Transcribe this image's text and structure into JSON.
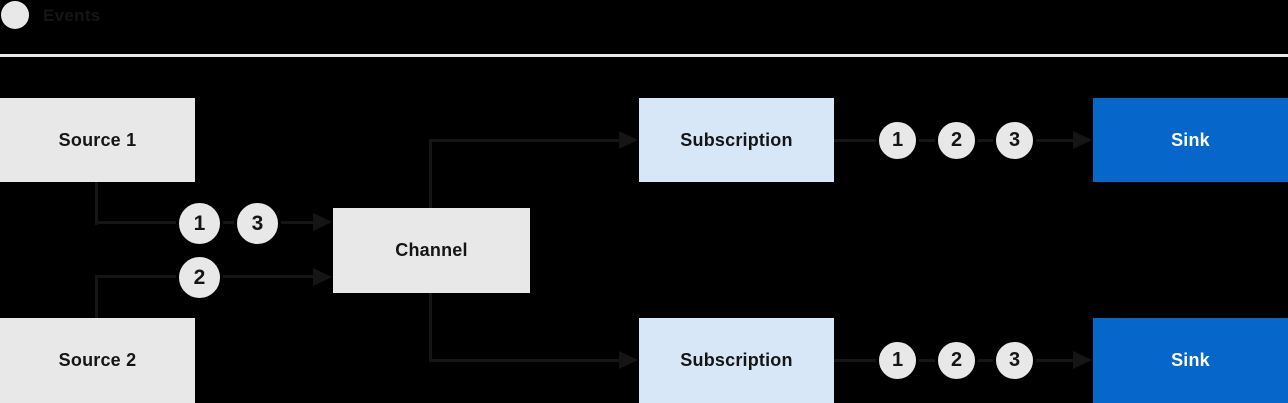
{
  "legend": {
    "label": "Events"
  },
  "colors": {
    "background": "#000000",
    "node_fill": "#e8e8e8",
    "subscription_fill": "#d7e7f8",
    "sink_fill": "#0666c9",
    "edge": "#151515",
    "text_dark": "#151515",
    "text_light": "#ffffff",
    "divider": "#e9e9e9"
  },
  "nodes": {
    "source1": {
      "label": "Source 1"
    },
    "source2": {
      "label": "Source 2"
    },
    "channel": {
      "label": "Channel"
    },
    "subscription_top": {
      "label": "Subscription"
    },
    "subscription_bottom": {
      "label": "Subscription"
    },
    "sink_top": {
      "label": "Sink"
    },
    "sink_bottom": {
      "label": "Sink"
    }
  },
  "events": {
    "source1_to_channel": [
      "1",
      "3"
    ],
    "source2_to_channel": [
      "2"
    ],
    "subscription_top_to_sink": [
      "1",
      "2",
      "3"
    ],
    "subscription_bottom_to_sink": [
      "1",
      "2",
      "3"
    ]
  }
}
